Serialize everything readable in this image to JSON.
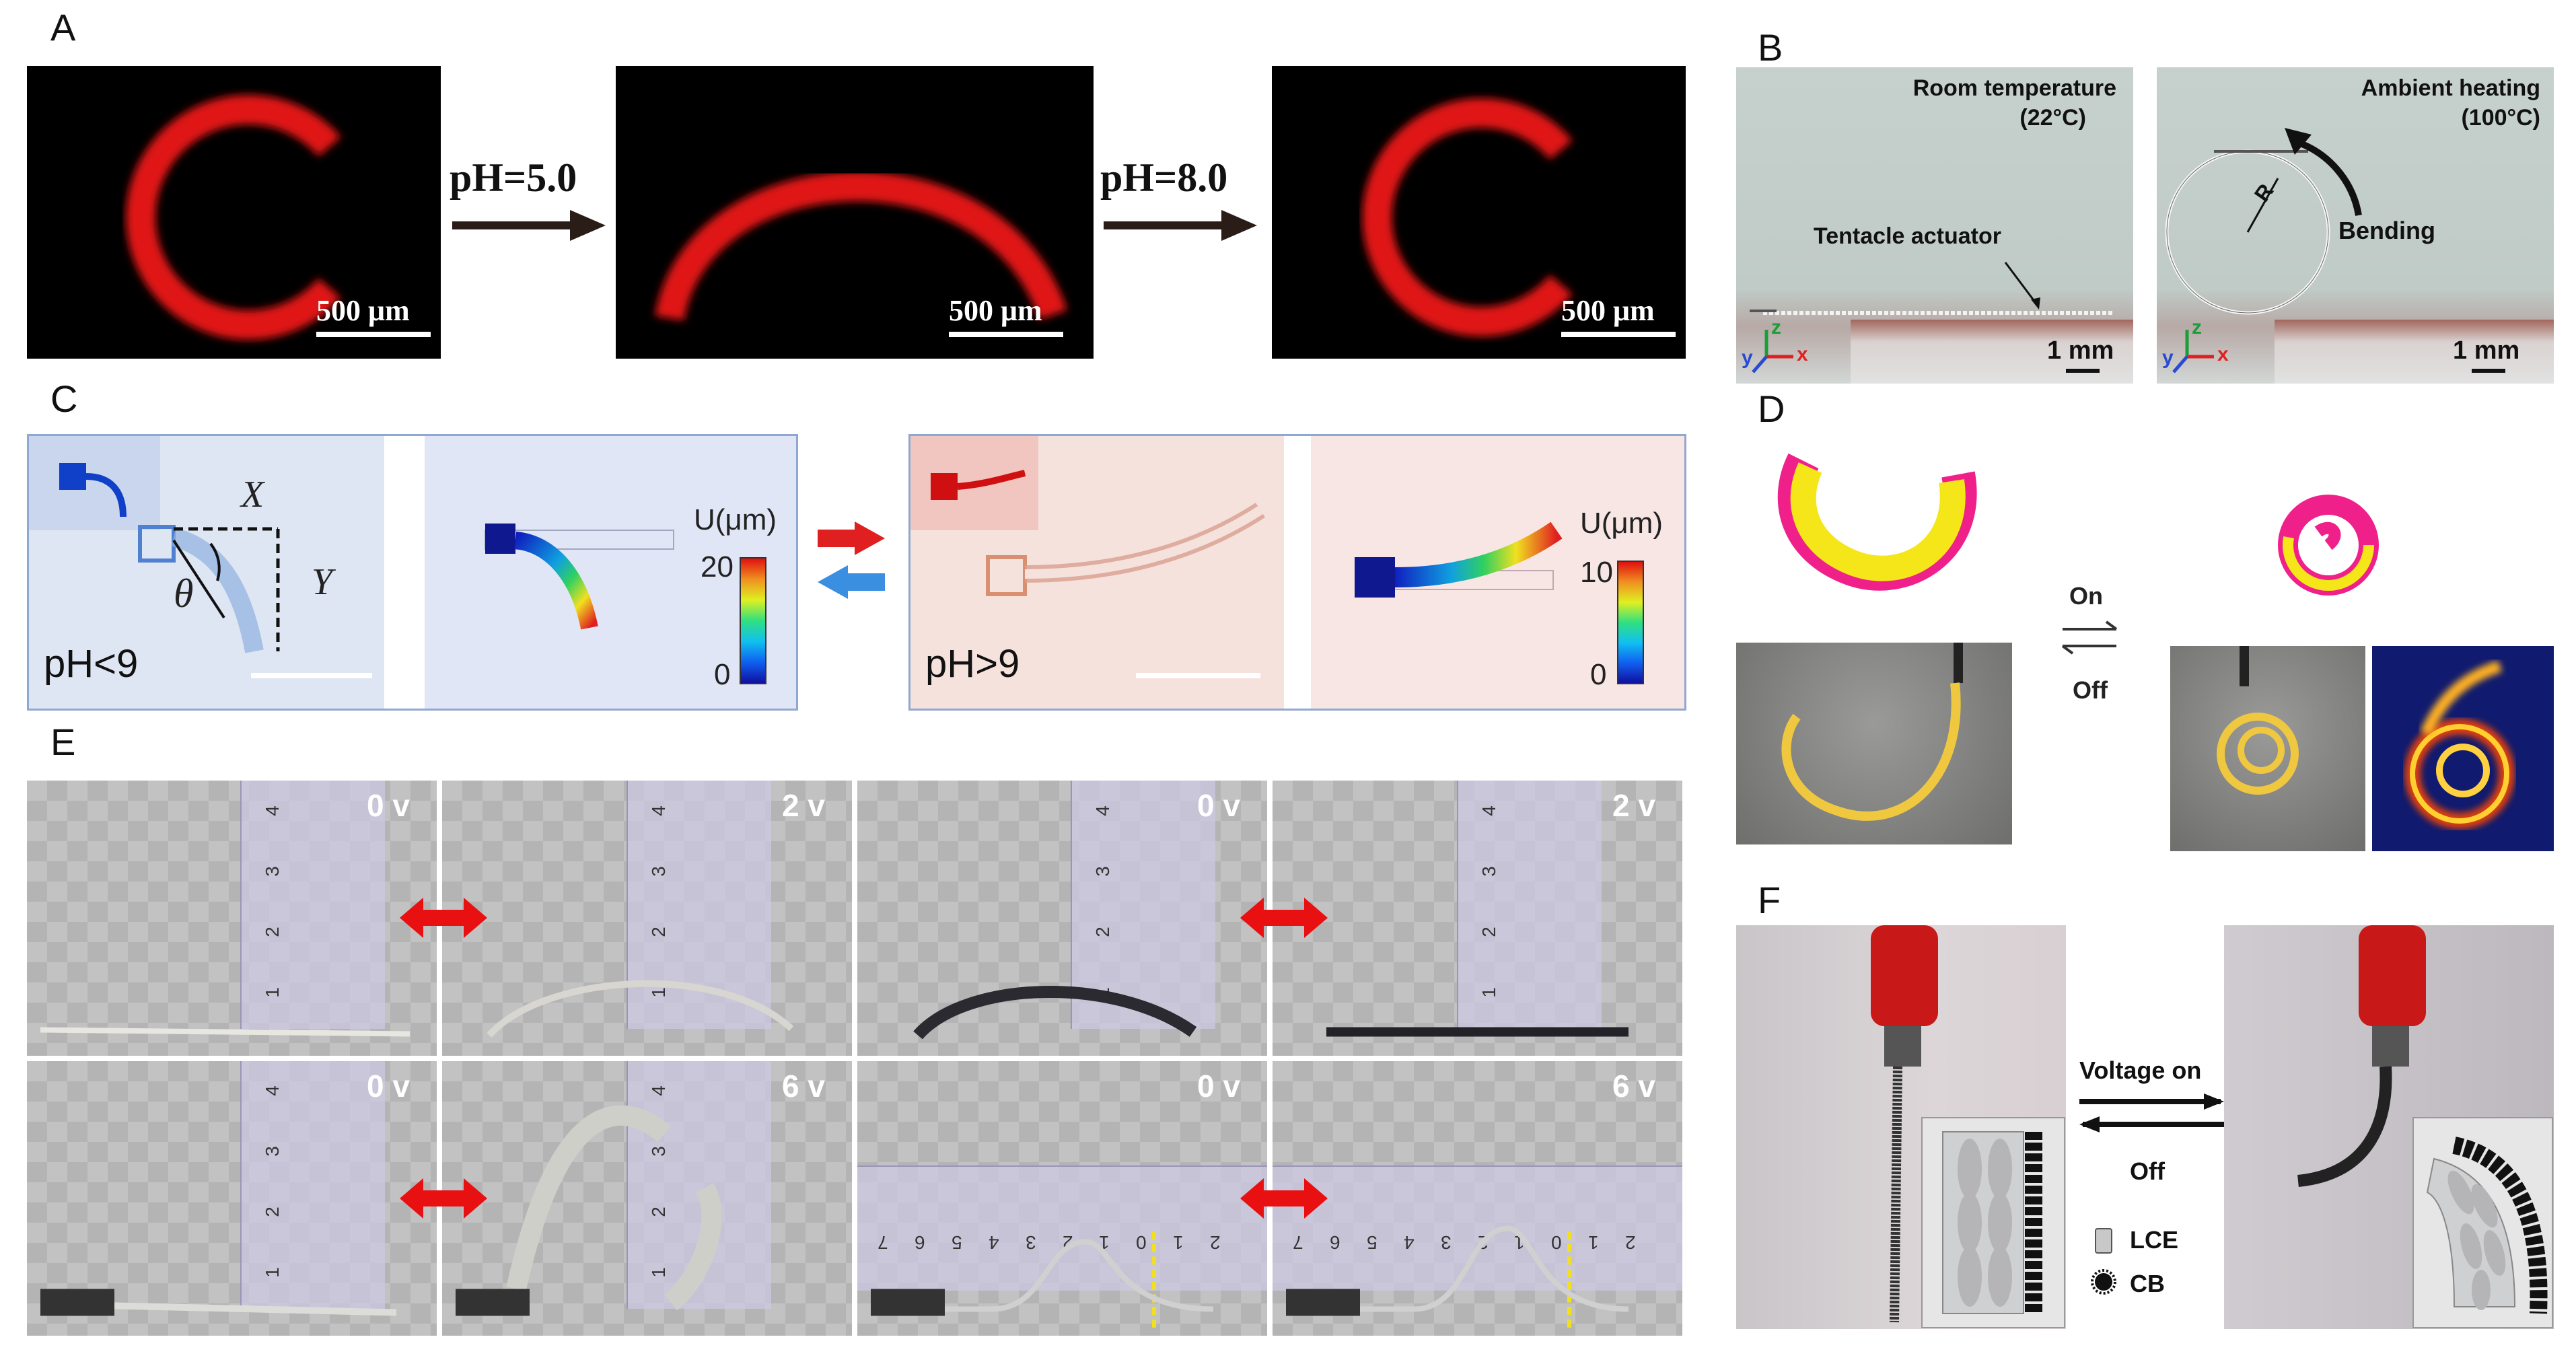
{
  "panels": {
    "A": {
      "label": "A",
      "scale_bar": "500 μm",
      "arrow1": "pH=5.0",
      "arrow2": "pH=8.0"
    },
    "B": {
      "label": "B",
      "left_title_1": "Room temperature",
      "left_title_2": "(22°C)",
      "right_title_1": "Ambient heating",
      "right_title_2": "(100°C)",
      "actuator_label": "Tentacle actuator",
      "bending_label": "Bending",
      "radius_label": "R",
      "scale_bar": "1 mm",
      "axis_z": "z",
      "axis_x": "x",
      "axis_y": "y"
    },
    "C": {
      "label": "C",
      "left_condition": "pH<9",
      "right_condition": "pH>9",
      "x_label": "X",
      "y_label": "Y",
      "theta_label": "θ",
      "colorbar_title": "U(μm)",
      "left_cb_max": "20",
      "left_cb_min": "0",
      "right_cb_max": "10",
      "right_cb_min": "0"
    },
    "D": {
      "label": "D",
      "on_label": "On",
      "off_label": "Off"
    },
    "E": {
      "label": "E",
      "voltages": [
        "0 v",
        "2 v",
        "0 v",
        "2 v",
        "0 v",
        "6 v",
        "0 v",
        "6 v"
      ],
      "ruler_vertical": [
        "1",
        "2",
        "3",
        "4"
      ],
      "ruler_horizontal": [
        "7",
        "6",
        "5",
        "4",
        "3",
        "2",
        "1",
        "0",
        "1",
        "2"
      ]
    },
    "F": {
      "label": "F",
      "voltage_on": "Voltage on",
      "off": "Off",
      "legend_lce": "LCE",
      "legend_cb": "CB"
    }
  },
  "colors": {
    "fluorescent_red": "#e01818",
    "panel_c_left_bg": "#dfe6f3",
    "panel_c_right_bg": "#f6e2dc",
    "arrow_red": "#e02020",
    "arrow_blue": "#3a8fe0",
    "ribbon_yellow": "#f5e61a",
    "ribbon_magenta": "#f0208a"
  }
}
